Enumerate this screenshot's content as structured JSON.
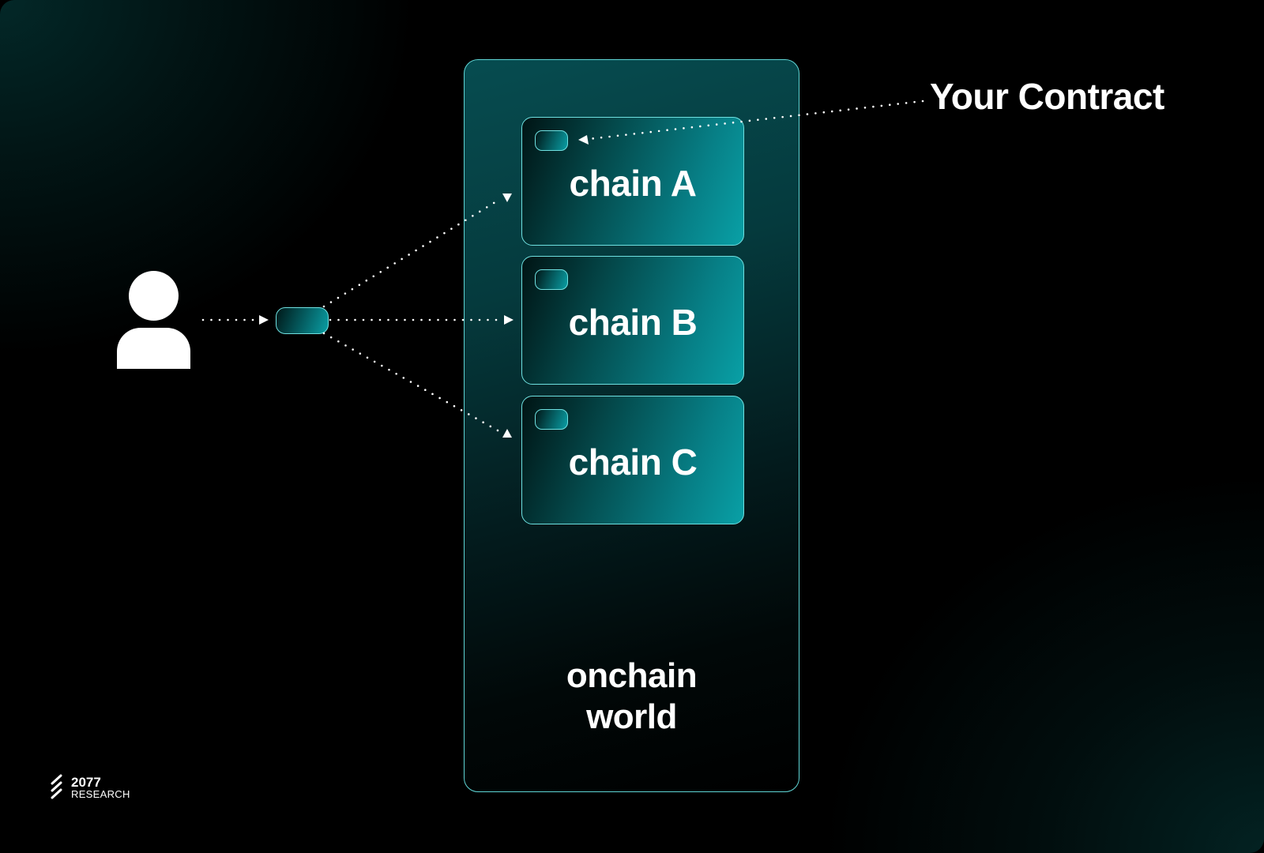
{
  "diagram": {
    "actor": {
      "name": "user",
      "icon": "user-icon"
    },
    "router": {
      "name": "transaction-pill"
    },
    "world": {
      "label_line1": "onchain",
      "label_line2": "world"
    },
    "chains": [
      {
        "label": "chain A"
      },
      {
        "label": "chain B"
      },
      {
        "label": "chain C"
      }
    ],
    "contract": {
      "label": "Your Contract",
      "targets": "chain A"
    },
    "edges": [
      {
        "from": "user",
        "to": "transaction-pill"
      },
      {
        "from": "transaction-pill",
        "to": "chain A"
      },
      {
        "from": "transaction-pill",
        "to": "chain B"
      },
      {
        "from": "transaction-pill",
        "to": "chain C"
      },
      {
        "from": "Your Contract",
        "to": "chain A contract slot"
      }
    ],
    "colors": {
      "accent": "#0a9ea4",
      "border": "#6fe0e0",
      "background": "#000000",
      "text": "#ffffff"
    }
  },
  "branding": {
    "number": "2077",
    "name": "RESEARCH"
  }
}
